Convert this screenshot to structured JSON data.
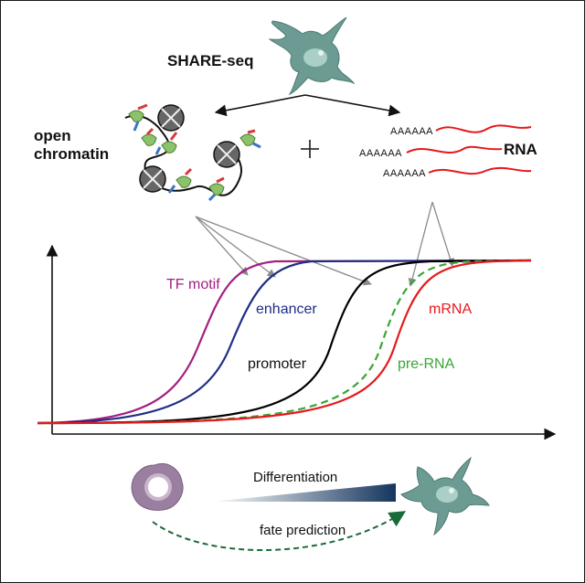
{
  "header": {
    "method": "SHARE-seq"
  },
  "left": {
    "label_line1": "open",
    "label_line2": "chromatin"
  },
  "right": {
    "label": "RNA",
    "polyA": [
      "AAAAAA",
      "AAAAAA",
      "AAAAAA"
    ]
  },
  "plus_sign": "+",
  "curves": {
    "tf_motif": {
      "label": "TF motif",
      "color": "#a21f82"
    },
    "enhancer": {
      "label": "enhancer",
      "color": "#1f2d86"
    },
    "promoter": {
      "label": "promoter",
      "color": "#000000"
    },
    "pre_rna": {
      "label": "pre-RNA",
      "color": "#3aa535"
    },
    "mrna": {
      "label": "mRNA",
      "color": "#e41a1c"
    }
  },
  "bottom": {
    "differentiation": "Differentiation",
    "fate_prediction": "fate prediction",
    "arrow_color": "#1a6b3a"
  },
  "colors": {
    "cell_fill": "#6b9b92",
    "cell_nucleus": "#a9cfc6",
    "progenitor_fill": "#9a7fa0",
    "nucleosome": "#666666",
    "tf_fill": "#8cc36a",
    "gradient_end": "#15365e"
  }
}
